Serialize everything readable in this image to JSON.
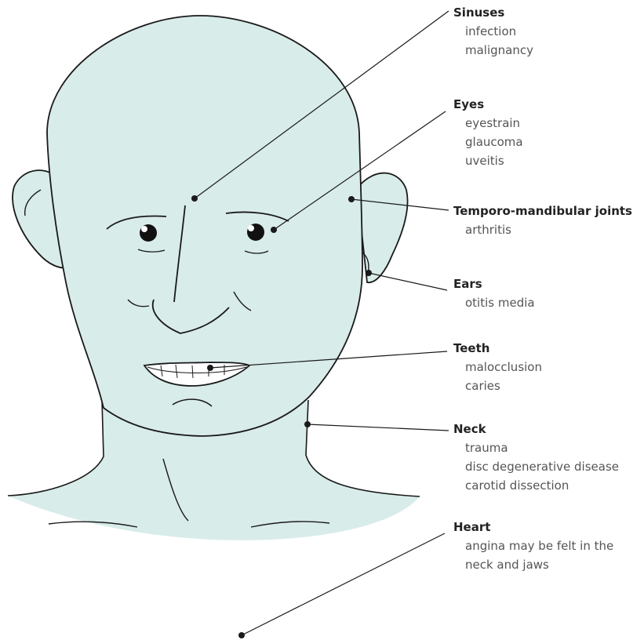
{
  "colors": {
    "skin": "#d8ecea",
    "outline": "#1a1a1a",
    "title_text": "#222222",
    "item_text": "#555555"
  },
  "labels": [
    {
      "title": "Sinuses",
      "items": [
        "infection",
        "malignancy"
      ]
    },
    {
      "title": "Eyes",
      "items": [
        "eyestrain",
        "glaucoma",
        "uveitis"
      ]
    },
    {
      "title": "Temporo-mandibular joints",
      "items": [
        "arthritis"
      ]
    },
    {
      "title": "Ears",
      "items": [
        "otitis media"
      ]
    },
    {
      "title": "Teeth",
      "items": [
        "malocclusion",
        "caries"
      ]
    },
    {
      "title": "Neck",
      "items": [
        "trauma",
        "disc degenerative disease",
        "carotid dissection"
      ]
    },
    {
      "title": "Heart",
      "items": [
        "angina may be felt in the",
        "neck and jaws"
      ]
    }
  ]
}
